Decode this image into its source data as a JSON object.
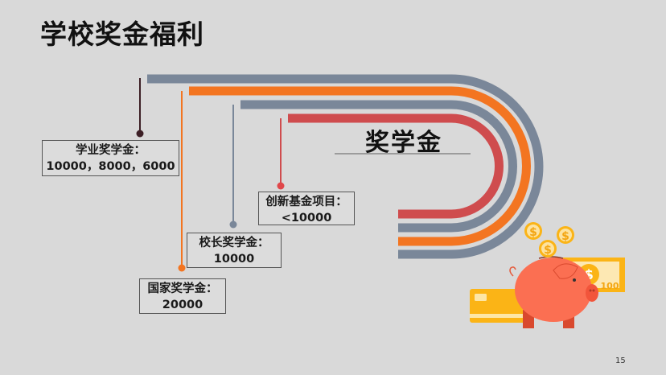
{
  "slide": {
    "title": "学校奖金福利",
    "center_heading": "奖学金",
    "page_number": "15"
  },
  "colors": {
    "background": "#d9d9d9",
    "gray_band": "#7a8799",
    "orange_band": "#f37521",
    "red_band": "#cf4c4e",
    "dark_line": "#3d1f26"
  },
  "scholarships": [
    {
      "name": "学业奖学金：",
      "amount": "10000，8000，6000",
      "color": "dark"
    },
    {
      "name": "国家奖学金：",
      "amount": "20000",
      "color": "orange"
    },
    {
      "name": "校长奖学金：",
      "amount": "10000",
      "color": "gray"
    },
    {
      "name": "创新基金项目：",
      "amount": "<10000",
      "color": "red"
    }
  ],
  "illustration": {
    "banknote_value": "100",
    "coin_symbol": "$"
  }
}
